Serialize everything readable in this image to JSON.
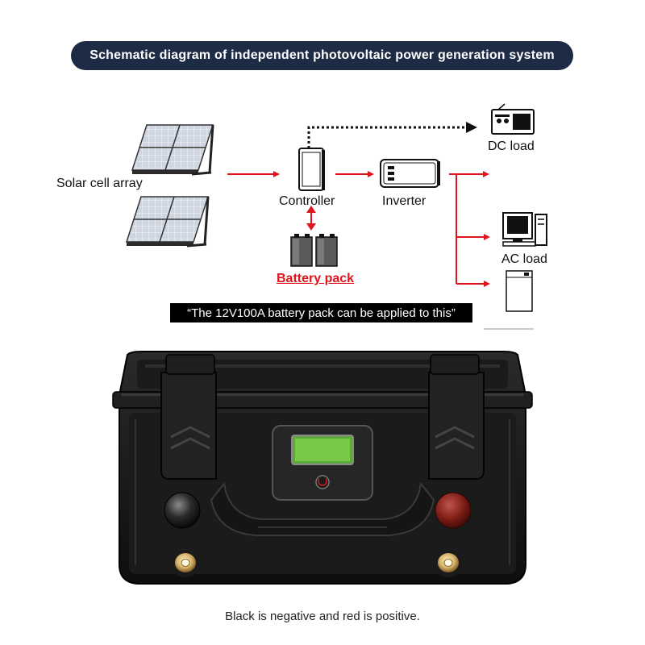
{
  "banner": {
    "title": "Schematic diagram of independent photovoltaic power generation system"
  },
  "diagram": {
    "solar_label": "Solar cell array",
    "controller_label": "Controller",
    "inverter_label": "Inverter",
    "battery_label": "Battery pack",
    "dc_load_label": "DC load",
    "ac_load_label": "AC load"
  },
  "note": "“The 12V100A battery pack can be applied to this”",
  "caption": "Black is negative and red is positive.",
  "colors": {
    "banner": "#1e2b45",
    "arrow": "#e0141c",
    "battery_label": "#e0141c",
    "case": "#1c1c1c",
    "lcd": "#6fbf3a"
  },
  "icons": [
    "solar-panel-icon",
    "controller-icon",
    "inverter-icon",
    "battery-icon",
    "radio-icon",
    "computer-icon",
    "appliance-icon",
    "battery-case-photo"
  ]
}
